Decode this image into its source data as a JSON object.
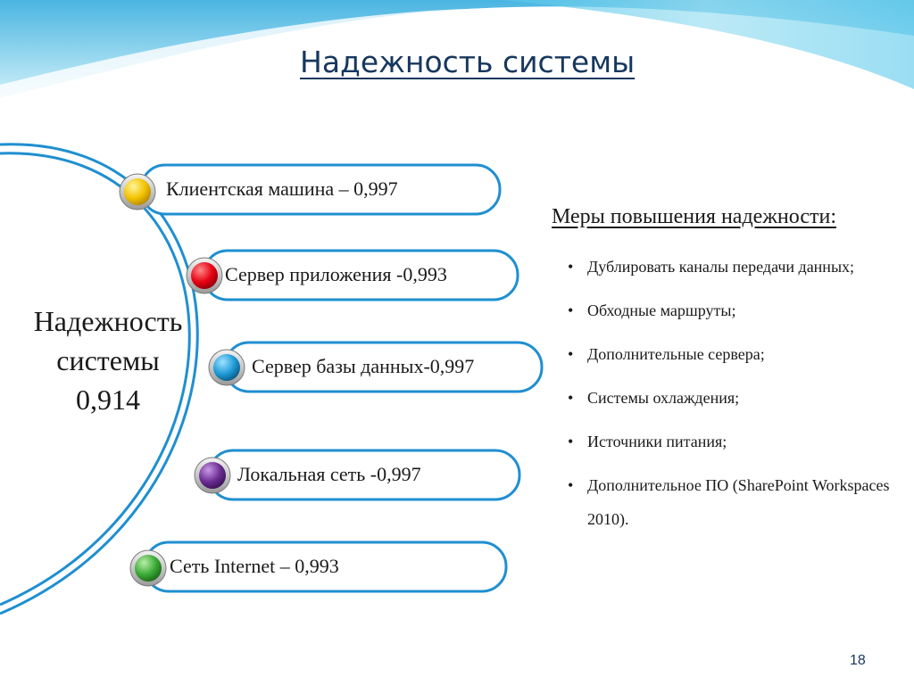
{
  "slide": {
    "title": "Надежность системы",
    "page_number": "18"
  },
  "diagram": {
    "system_label_lines": [
      "Надежность",
      "системы",
      "0,914"
    ],
    "components": [
      {
        "label": "Клиентская машина – 0,997",
        "color": "#f2c200"
      },
      {
        "label": "Сервер приложения -0,993",
        "color": "#e60012"
      },
      {
        "label": "Сервер базы данных-0,997",
        "color": "#1e9ad6"
      },
      {
        "label": "Локальная сеть -0,997",
        "color": "#6a2c91"
      },
      {
        "label": "Сеть Internet – 0,993",
        "color": "#3aa935"
      }
    ],
    "accent_color": "#1f8fd0"
  },
  "measures": {
    "title": "Меры повышения надежности:",
    "items": [
      "Дублировать каналы передачи данных;",
      "Обходные  маршруты;",
      "Дополнительные сервера;",
      "Системы охлаждения;",
      "Источники питания;",
      "Дополнительное ПО (SharePoint Workspaces 2010)."
    ]
  }
}
